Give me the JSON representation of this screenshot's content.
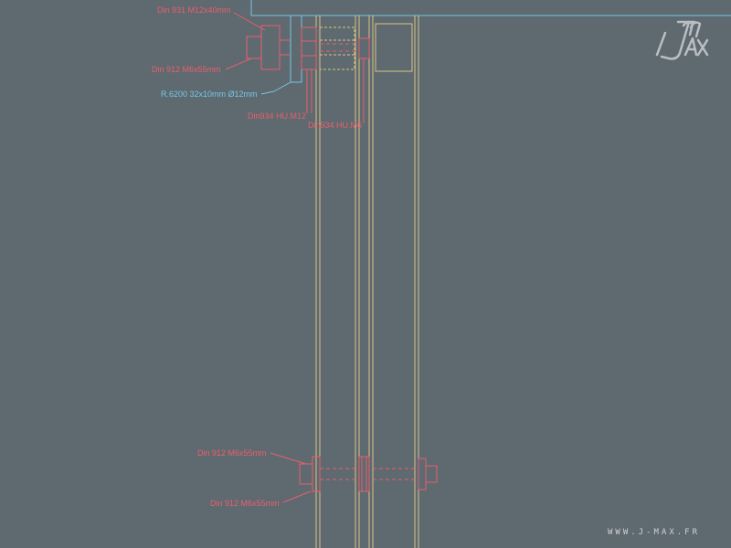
{
  "colors": {
    "background": "#5f6970",
    "red": "#e8606c",
    "yellow": "#d7c583",
    "blue": "#74c8e6",
    "logo": "#b9bec3",
    "url": "#cfd3d6"
  },
  "labels": {
    "bolt_top": "Din 931 M12x40mm",
    "screw_top": "Din 912 M6x55mm",
    "bearing": "R.6200 32x10mm Ø12mm",
    "nut_m12": "Din934 HU.M12",
    "nut_m6": "Din934 HU.M6",
    "screw_bottom_1": "Din 912 M6x55mm",
    "screw_bottom_2": "Din 912 M6x55mm"
  },
  "logo": {
    "letters": "J-MAX",
    "icon": "jmax-logo-icon"
  },
  "footer": {
    "url": "WWW.J-MAX.FR"
  }
}
